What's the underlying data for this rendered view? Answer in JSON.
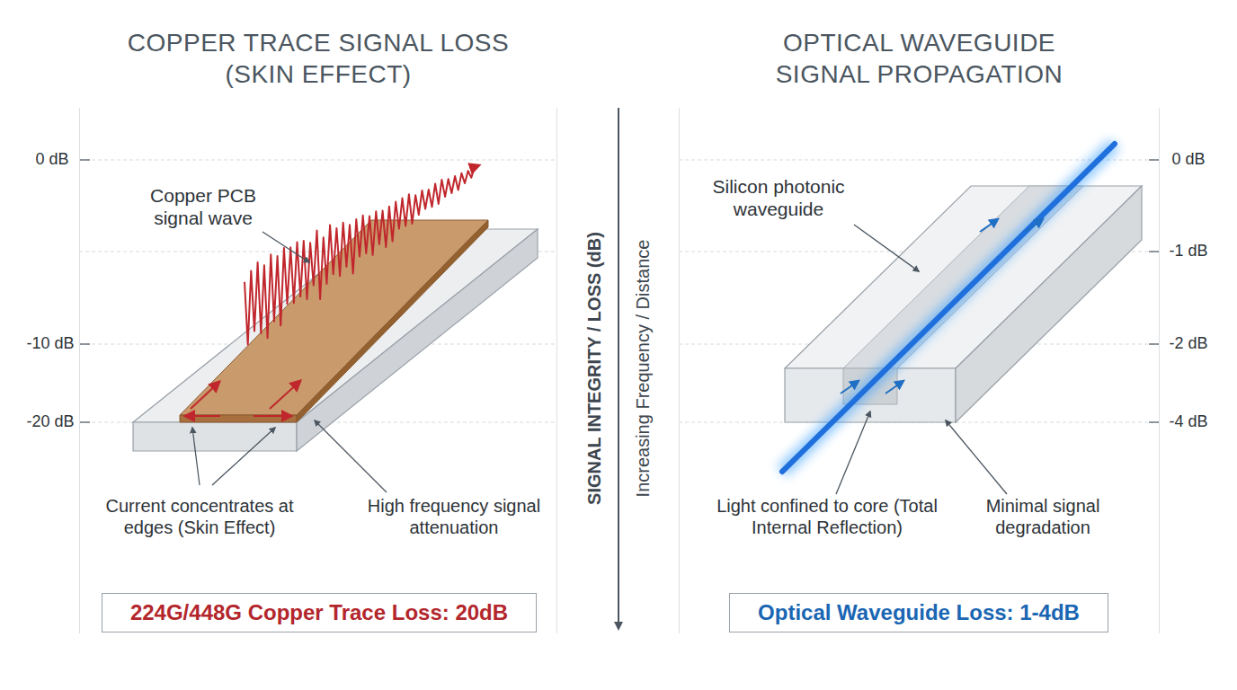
{
  "diagram": {
    "nodes": [
      {
        "text": [
          "COPPER TRACE SIGNAL LOSS (SKIN EFFECT)"
        ]
      },
      {
        "text": [
          "224G/448G Copper Trace Loss: 20dB"
        ],
        "in": 0
      },
      {
        "text": [
          "OPTICAL WAVEGUIDE SIGNAL PROPAGATION"
        ]
      },
      {
        "text": [
          "Optical Waveguide Loss: 1-4dB"
        ],
        "in": 2
      }
    ],
    "edges": [],
    "labels": [
      "0 dB",
      "-10 dB",
      "-20 dB",
      "Copper PCB signal wave",
      "Current concentrates at edges (Skin Effect)",
      "High frequency signal attenuation",
      "SIGNAL INTEGRITY / LOSS (dB)",
      "Increasing Frequency / Distance",
      "0 dB",
      "-1 dB",
      "-2 dB",
      "-4 dB",
      "Silicon photonic waveguide",
      "Light confined to core (Total Internal Reflection)",
      "Minimal signal degradation"
    ]
  }
}
